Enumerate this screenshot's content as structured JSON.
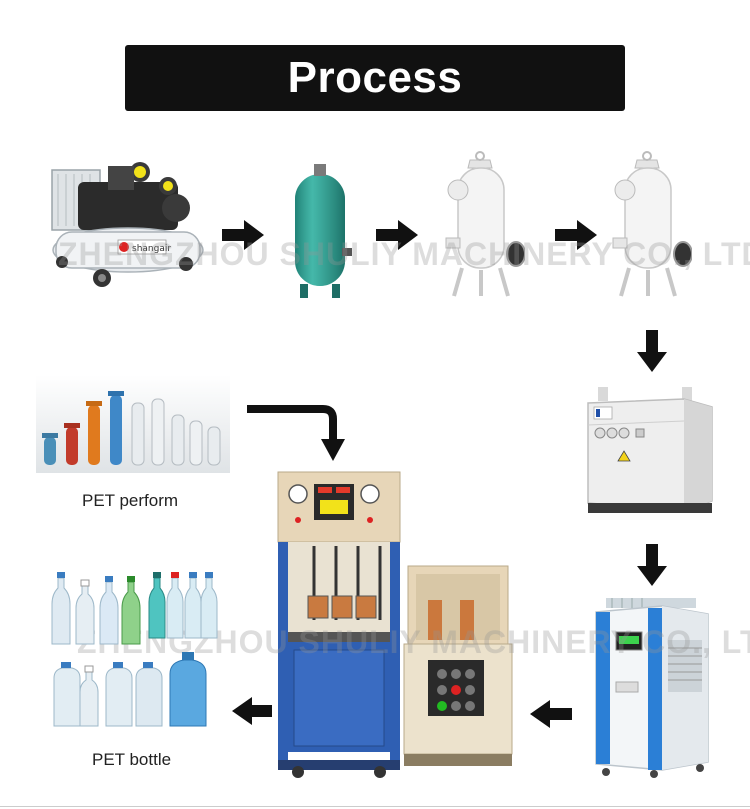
{
  "title": "Process",
  "watermark": "ZHENGZHOU SHULIY MACHINERY CO., LTD",
  "compressor_logo": "shangair",
  "captions": {
    "preform": "PET perform",
    "bottle": "PET bottle"
  },
  "colors": {
    "title_bg": "#111111",
    "title_text": "#ffffff",
    "arrow": "#111111",
    "air_tank": "#2a9d8f",
    "filter": "#f2f2f2",
    "machine_frame": "#2f5fb3",
    "machine_panel": "#e7d6b8",
    "chiller_side": "#2b7fd6"
  },
  "icons": [
    "air-compressor-icon",
    "air-tank-icon",
    "air-filter-icon",
    "air-dryer-icon",
    "water-chiller-icon",
    "blow-molding-machine-icon",
    "pet-preform-icon",
    "pet-bottle-icon",
    "arrow-right-icon",
    "arrow-down-icon",
    "arrow-left-icon"
  ]
}
